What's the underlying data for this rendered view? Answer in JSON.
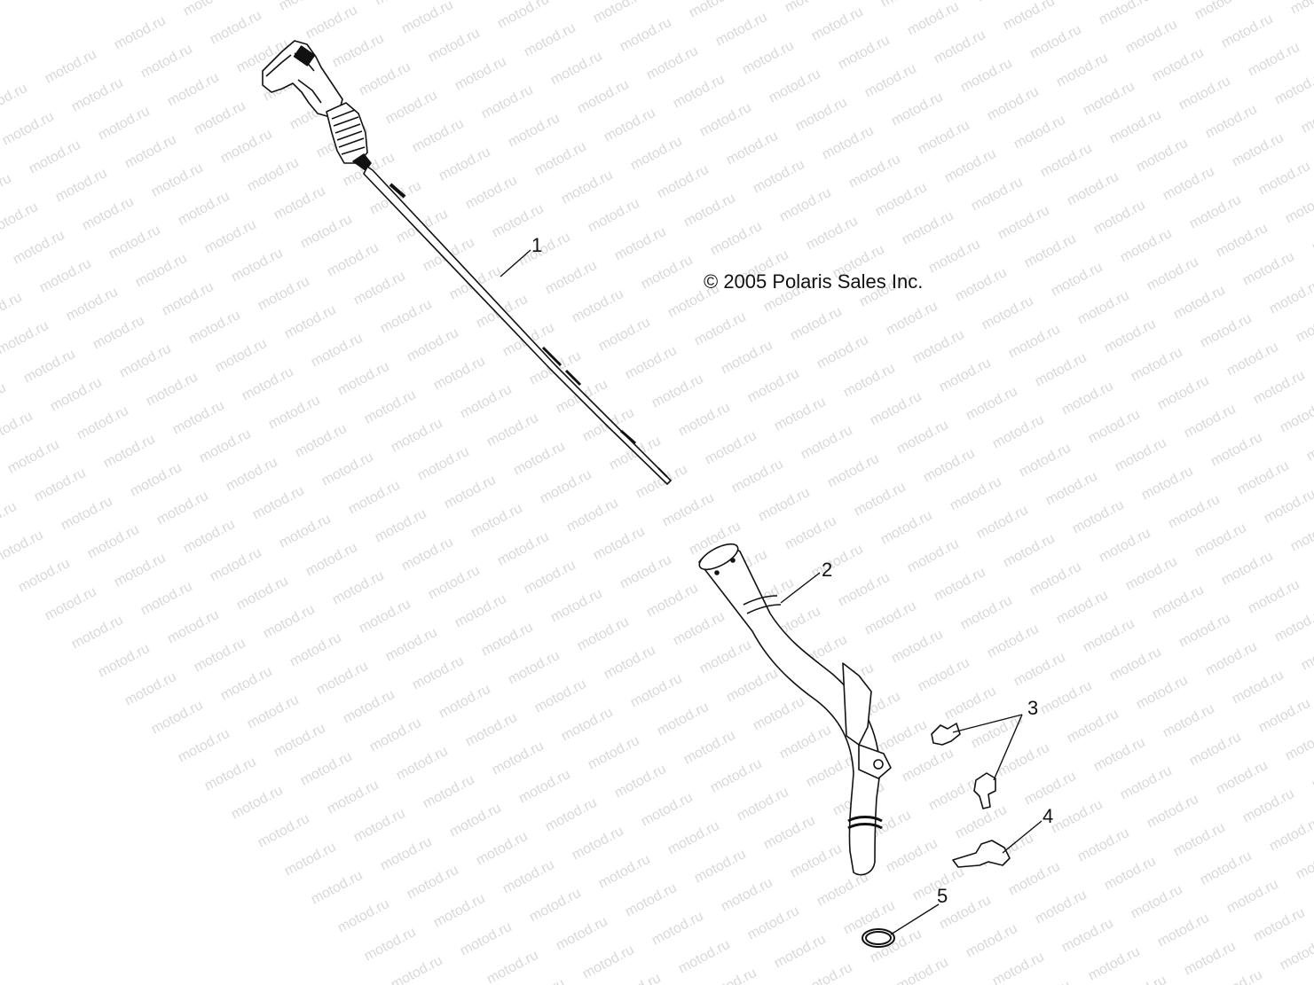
{
  "copyright": "© 2005 Polaris Sales Inc.",
  "watermark": "motod.ru",
  "callouts": [
    {
      "id": "1"
    },
    {
      "id": "2"
    },
    {
      "id": "3"
    },
    {
      "id": "4"
    },
    {
      "id": "5"
    }
  ],
  "colors": {
    "line": "#111111",
    "watermark": "#d9d9d9",
    "background": "#ffffff"
  }
}
